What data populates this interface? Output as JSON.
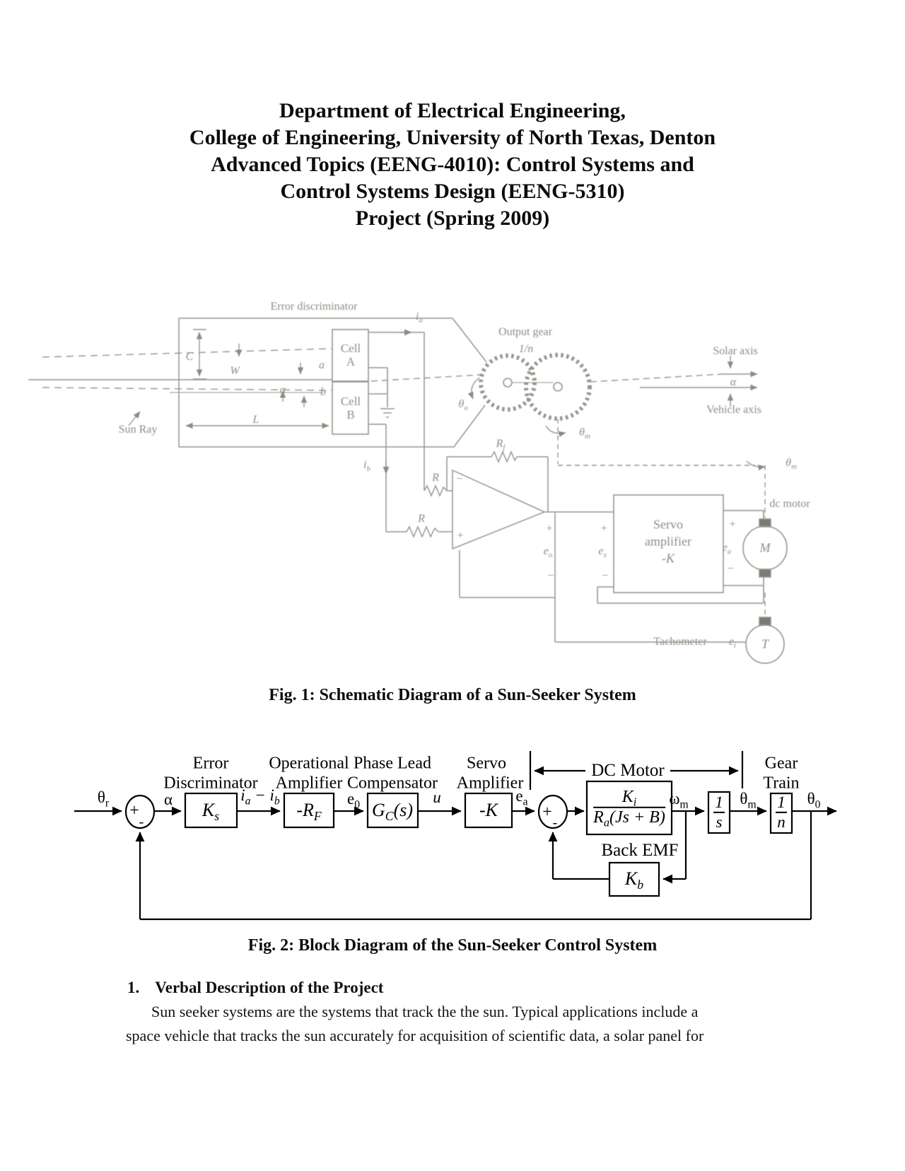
{
  "title_lines": [
    "Department of Electrical Engineering,",
    "College of Engineering, University of North Texas, Denton",
    "Advanced Topics (EENG-4010): Control Systems and",
    "Control Systems Design (EENG-5310)",
    "Project (Spring 2009)"
  ],
  "fig1": {
    "caption": "Fig. 1: Schematic Diagram of a Sun-Seeker System",
    "labels": {
      "error_discriminator": "Error discriminator",
      "sun_ray": "Sun Ray",
      "cell_a_line1": "Cell",
      "cell_a_line2": "A",
      "cell_b_line1": "Cell",
      "cell_b_line2": "B",
      "terminal_a": "a",
      "terminal_b": "b",
      "dim_c": "C",
      "dim_w": "W",
      "dim_l": "L",
      "alpha_small": "α",
      "i_a": {
        "base": "i",
        "sub": "a"
      },
      "i_b": {
        "base": "i",
        "sub": "b"
      },
      "r_upper": "R",
      "r_lower": "R",
      "r_f": {
        "base": "R",
        "sub": "f"
      },
      "opamp_minus": "−",
      "opamp_plus": "+",
      "output_gear": "Output gear",
      "gear_ratio": "1/n",
      "theta_o": {
        "base": "θ",
        "sub": "o"
      },
      "theta_m": {
        "base": "θ",
        "sub": "m"
      },
      "solar_axis": "Solar axis",
      "vehicle_axis": "Vehicle axis",
      "alpha_axis": "α",
      "plus": "+",
      "minus": "−",
      "e_o": {
        "base": "e",
        "sub": "o"
      },
      "e_s": {
        "base": "e",
        "sub": "s"
      },
      "e_a": {
        "base": "e",
        "sub": "a"
      },
      "servo_line1": "Servo",
      "servo_line2": "amplifier",
      "servo_line3": "-K",
      "dc_motor": "dc motor",
      "motor_m": "M",
      "tachometer": "Tachometer",
      "e_t": {
        "base": "e",
        "sub": "t"
      },
      "tach_t": "T"
    }
  },
  "fig2": {
    "caption": "Fig. 2: Block Diagram of the Sun-Seeker Control System",
    "stage_labels": {
      "error_1": "Error",
      "error_2": "Discriminator",
      "opamp_1": "Operational",
      "opamp_2": "Amplifier",
      "phase_1": "Phase Lead",
      "phase_2": "Compensator",
      "servo_1": "Servo",
      "servo_2": "Amplifier",
      "dc_motor": "DC Motor",
      "gear_1": "Gear",
      "gear_2": "Train",
      "back_emf": "Back EMF"
    },
    "blocks": {
      "ks": {
        "base": "K",
        "sub": "s"
      },
      "rf": {
        "base": "-R",
        "sub": "F"
      },
      "gc": {
        "base": "G",
        "sub": "C",
        "rest": "(s)"
      },
      "k": "-K",
      "motor": {
        "num_base": "K",
        "num_sub": "i",
        "den_base": "R",
        "den_sub": "a",
        "den_rest": "(Js + B)"
      },
      "integrator": {
        "num": "1",
        "den": "s"
      },
      "gear": {
        "num": "1",
        "den": "n"
      },
      "kb": {
        "base": "K",
        "sub": "b"
      }
    },
    "signals": {
      "theta_r": {
        "base": "θ",
        "sub": "r"
      },
      "alpha": "α",
      "ia_ib": {
        "b1": "i",
        "s1": "a",
        "mid": " − ",
        "b2": "i",
        "s2": "b"
      },
      "e0": {
        "base": "e",
        "sub": "0"
      },
      "u": "u",
      "ea": {
        "base": "e",
        "sub": "a"
      },
      "omega_m": {
        "base": "ω",
        "sub": "m"
      },
      "theta_m": {
        "base": "θ",
        "sub": "m"
      },
      "theta_0": {
        "base": "θ",
        "sub": "0"
      }
    },
    "sum_signs": {
      "plus": "+",
      "minus": "-"
    }
  },
  "section": {
    "number": "1.",
    "heading": "Verbal Description of the Project"
  },
  "body": {
    "line1": "Sun seeker systems are the systems that track the the sun. Typical applications include a",
    "line2": "space vehicle that tracks the sun accurately for acquisition of scientific data, a solar panel for"
  }
}
